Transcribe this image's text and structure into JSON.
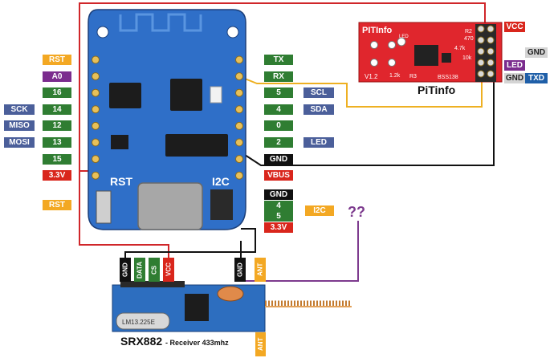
{
  "colors": {
    "orange": "#f3a823",
    "purple": "#7b2c8e",
    "green": "#2f7d32",
    "slate": "#4b5f9a",
    "red": "#d9261c",
    "black": "#111111",
    "gray": "#d4d4d4",
    "blue": "#1f5fa8",
    "wire_red": "#d0262a",
    "wire_yellow": "#eeb022",
    "wire_black": "#111111",
    "wire_purple": "#7d3b8e"
  },
  "board": {
    "rst_label": "RST",
    "i2c_label": "I2C",
    "left_pins": [
      {
        "label": "RST",
        "color": "orange"
      },
      {
        "label": "A0",
        "color": "purple"
      },
      {
        "label": "16",
        "color": "green"
      },
      {
        "label": "14",
        "color": "green",
        "alt": "SCK"
      },
      {
        "label": "12",
        "color": "green",
        "alt": "MISO"
      },
      {
        "label": "13",
        "color": "green",
        "alt": "MOSI"
      },
      {
        "label": "15",
        "color": "green"
      },
      {
        "label": "3.3V",
        "color": "red"
      }
    ],
    "right_pins": [
      {
        "label": "TX",
        "color": "green"
      },
      {
        "label": "RX",
        "color": "green"
      },
      {
        "label": "5",
        "color": "green",
        "alt": "SCL"
      },
      {
        "label": "4",
        "color": "green",
        "alt": "SDA"
      },
      {
        "label": "0",
        "color": "green"
      },
      {
        "label": "2",
        "color": "green",
        "alt": "LED"
      },
      {
        "label": "GND",
        "color": "black"
      },
      {
        "label": "VBUS",
        "color": "red"
      }
    ],
    "left_rst_extra": "RST",
    "i2c_connector_pins": [
      {
        "label": "GND",
        "color": "black"
      },
      {
        "label": "4",
        "color": "green"
      },
      {
        "label": "5",
        "color": "green"
      },
      {
        "label": "3.3V",
        "color": "red"
      }
    ],
    "i2c_tag": "I2C"
  },
  "pitinfo": {
    "title": "PiTinfo",
    "silk_name": "PITInfo",
    "silk_led": "LED",
    "silk_version": "V1.2",
    "silk_r2": "R2",
    "silk_470": "470",
    "silk_r3": "R3",
    "silk_4k7": "4.7k",
    "silk_10k": "10k",
    "silk_1k2": "1.2k",
    "silk_bss": "BSS138",
    "header_labels": [
      {
        "label": "VCC",
        "color": "red"
      },
      {
        "label": "GND",
        "color": "gray"
      },
      {
        "label": "LED",
        "color": "purple"
      },
      {
        "label": "GND",
        "color": "gray"
      },
      {
        "label": "TXD",
        "color": "blue"
      }
    ]
  },
  "receiver": {
    "title": "SRX882",
    "subtitle": "- Receiver 433mhz",
    "pins": [
      {
        "label": "GND",
        "color": "black"
      },
      {
        "label": "DATA",
        "color": "green"
      },
      {
        "label": "CS",
        "color": "green"
      },
      {
        "label": "VCC",
        "color": "red"
      },
      {
        "label": "GND",
        "color": "black"
      },
      {
        "label": "ANT",
        "color": "orange"
      }
    ],
    "bottom_ant": "ANT",
    "crystal_label": "LM13.225E",
    "unknown": "??"
  }
}
